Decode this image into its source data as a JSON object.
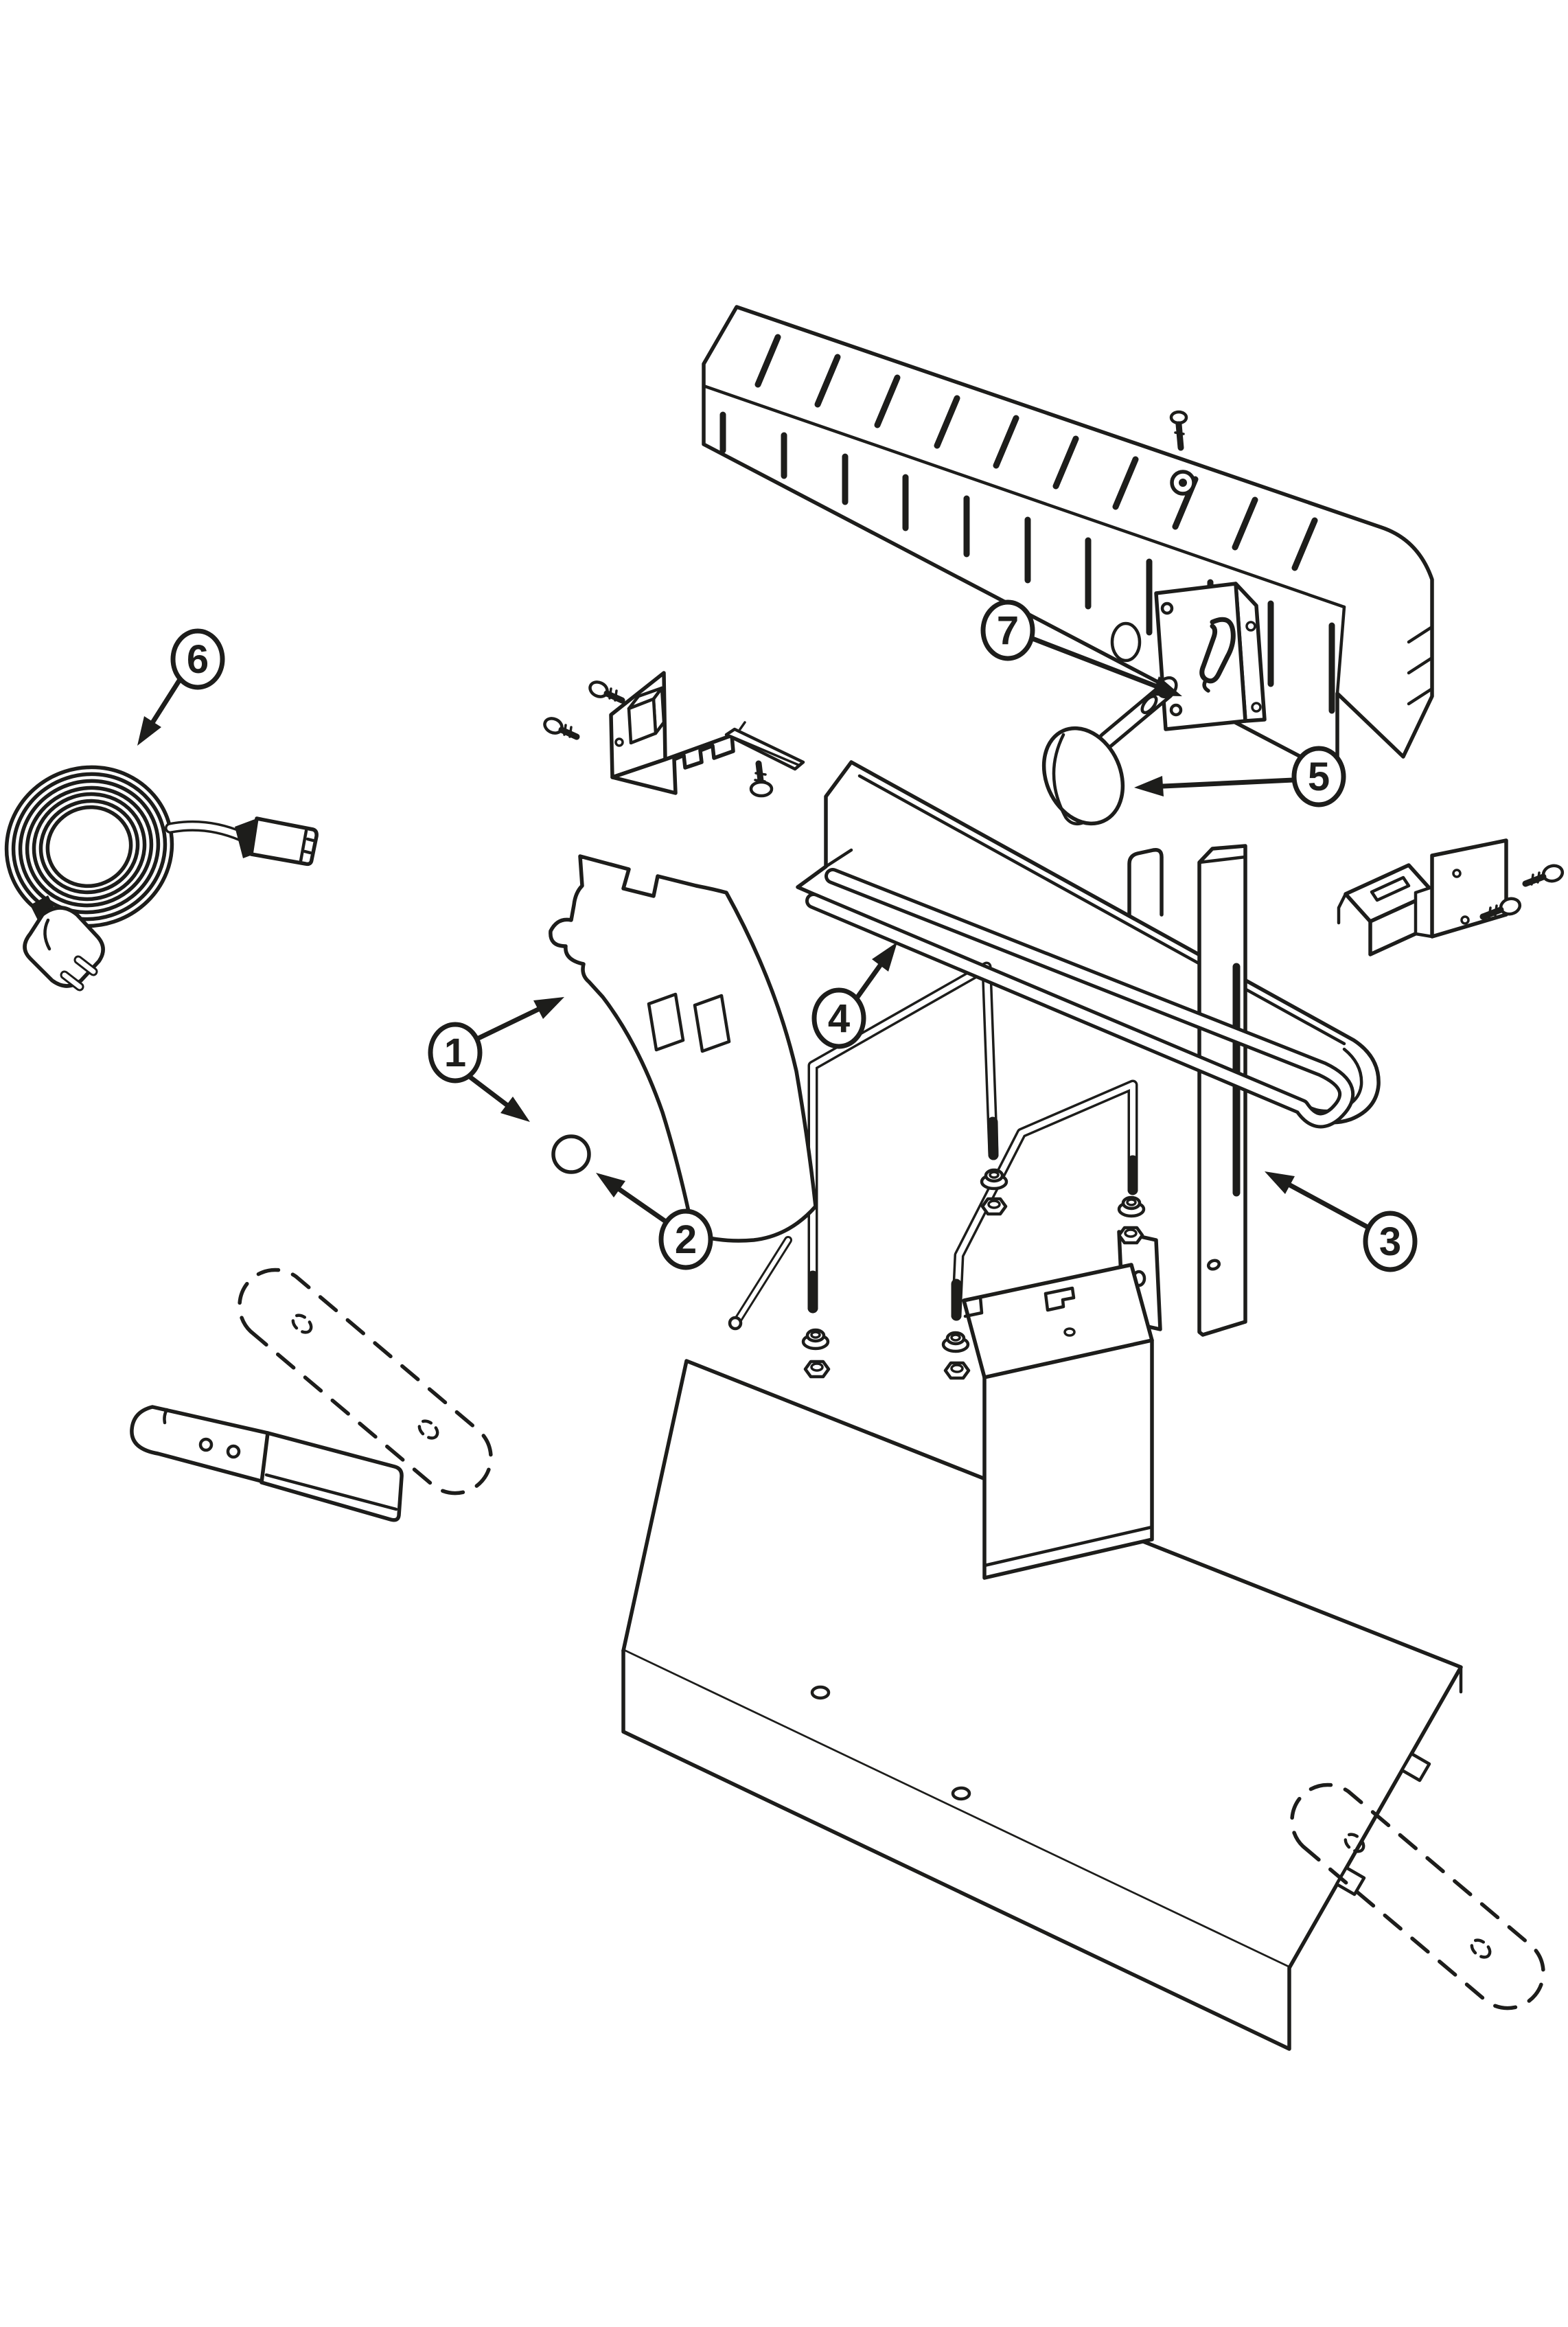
{
  "page": {
    "background": "#ffffff",
    "line_color": "#1d1d1b",
    "type": "exploded-parts-line-diagram"
  },
  "callouts": [
    {
      "number": "1",
      "target": "curved-bracket-with-pin"
    },
    {
      "number": "2",
      "target": "washer-disc"
    },
    {
      "number": "3",
      "target": "support-bar"
    },
    {
      "number": "4",
      "target": "heating-element"
    },
    {
      "number": "5",
      "target": "knob"
    },
    {
      "number": "6",
      "target": "power-cord"
    },
    {
      "number": "7",
      "target": "mounting-plate-with-clip"
    }
  ]
}
